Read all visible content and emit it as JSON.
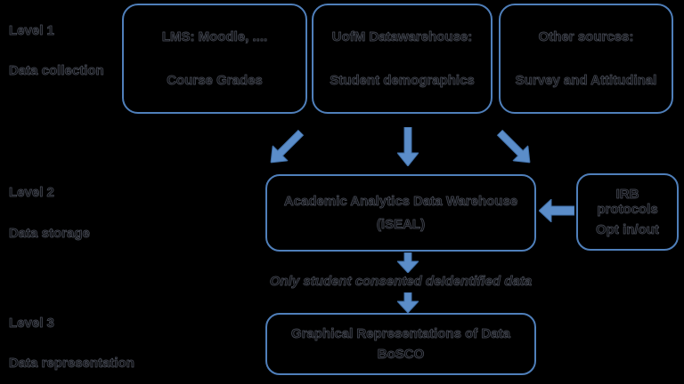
{
  "colors": {
    "background": "#000000",
    "box_border_blue": "#4f7fba",
    "arrow_fill": "#5b8dc9",
    "arrow_stroke": "#3f6ea6",
    "text_halo": "#4a4e58"
  },
  "side_labels": {
    "level1": {
      "title": "Level 1",
      "subtitle": "Data collection"
    },
    "level2": {
      "title": "Level 2",
      "subtitle": "Data storage"
    },
    "level3": {
      "title": "Level 3",
      "subtitle": "Data representation"
    }
  },
  "boxes": {
    "lms": {
      "line1": "LMS: Moodle, ....",
      "line2": "Course Grades"
    },
    "uofm": {
      "line1": "UofM Datawarehouse:",
      "line2": "Student demographics"
    },
    "other": {
      "line1": "Other sources:",
      "line2": "Survey and Attitudinal"
    },
    "aadw": {
      "line1": "Academic Analytics Data Warehouse",
      "line2": "(iSEAL)"
    },
    "irb": {
      "line1": "IRB protocols",
      "line2": "Opt in/out"
    },
    "graphical": {
      "line1": "Graphical Representations of Data",
      "line2": "BoSCO"
    }
  },
  "annotations": {
    "consent_note": "Only student consented deIdentified data"
  },
  "icons": {
    "down_arrow": "down-arrow",
    "left_arrow": "left-arrow",
    "diagonal_arrow": "diagonal-arrow"
  }
}
